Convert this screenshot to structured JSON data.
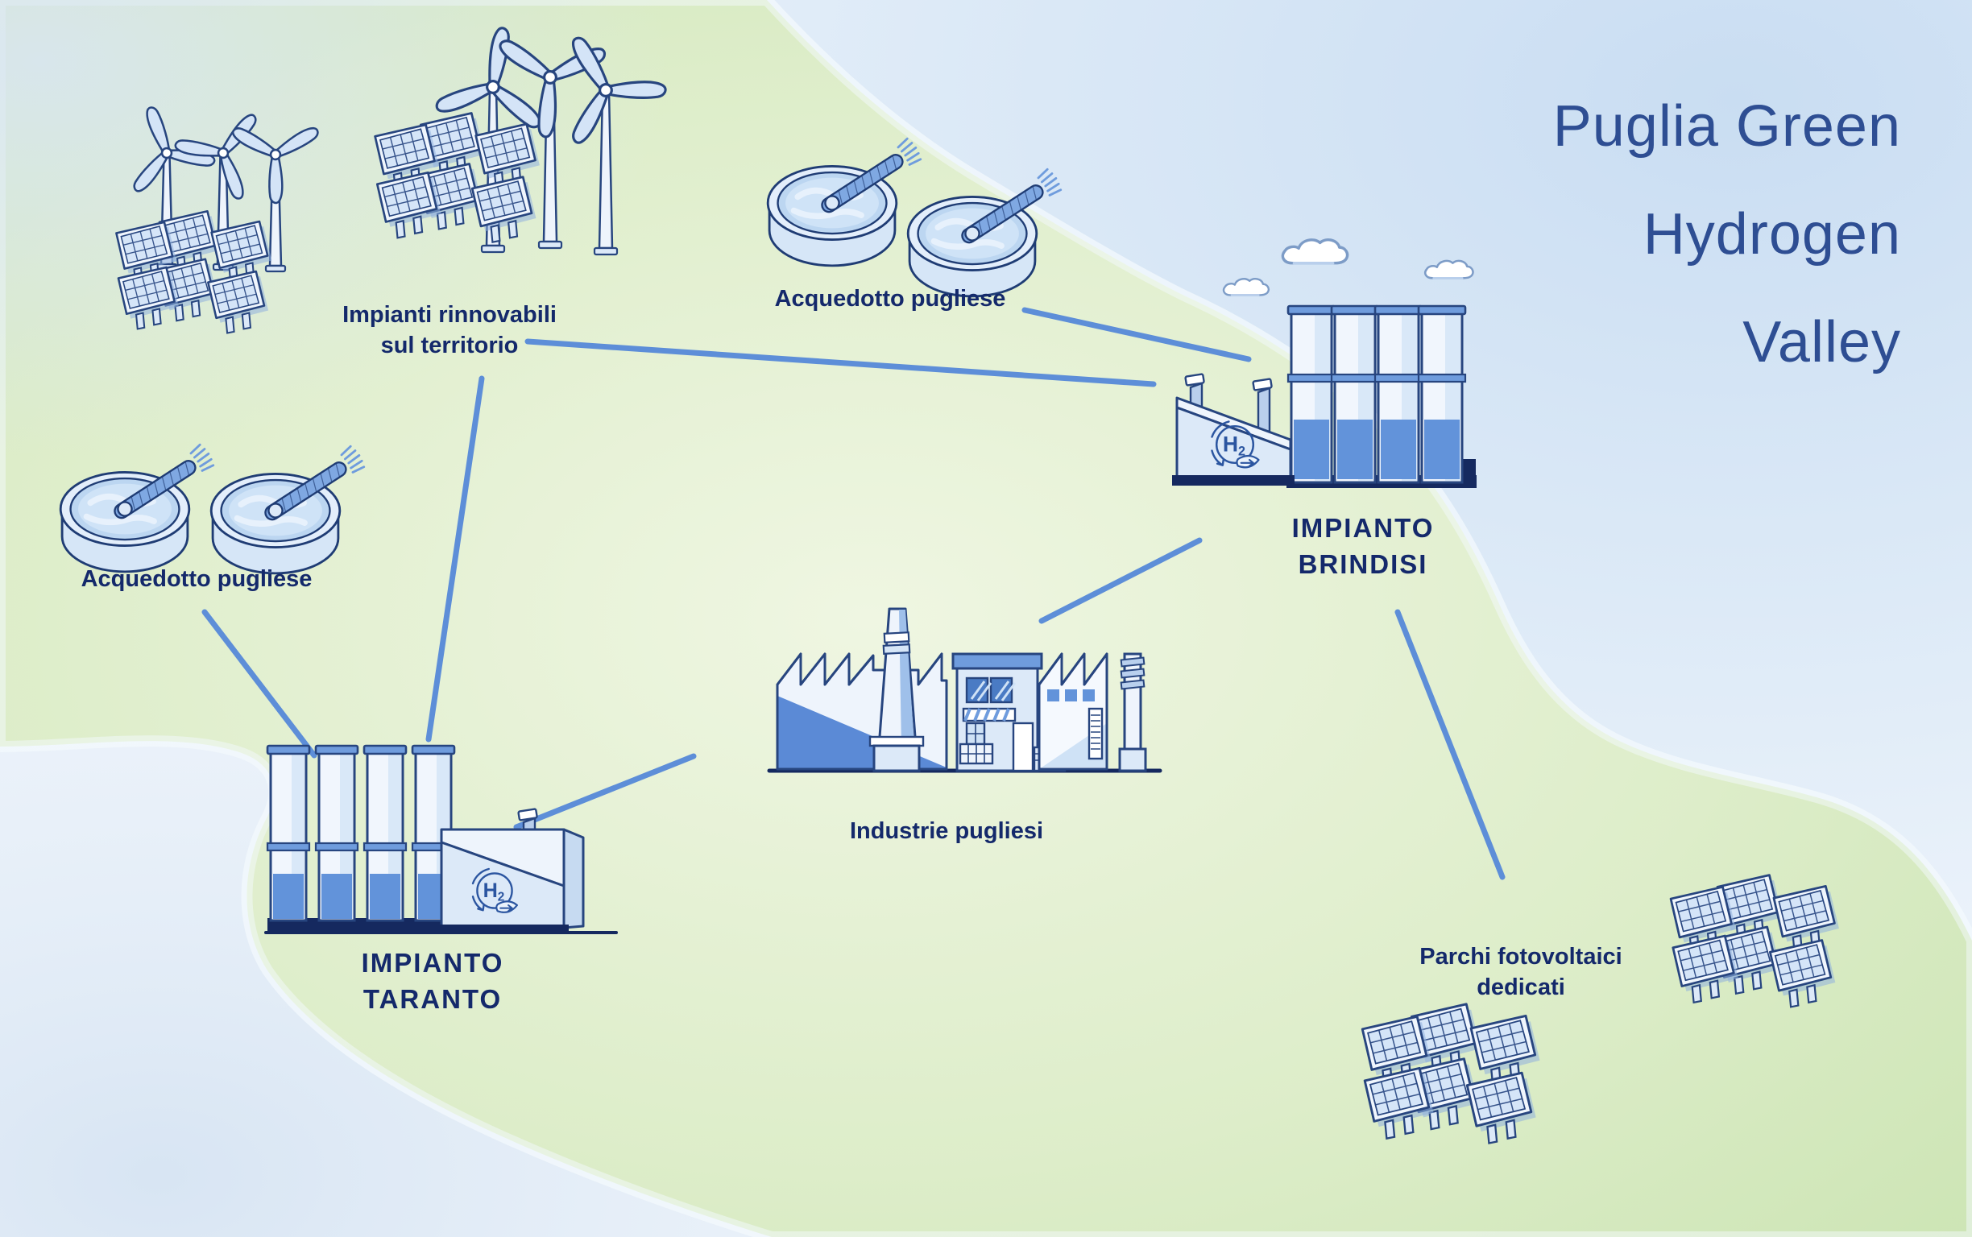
{
  "title": {
    "lines": [
      "Puglia Green",
      "Hydrogen",
      "Valley"
    ]
  },
  "labels": {
    "renewables": [
      "Impianti rinnovabili",
      "sul territorio"
    ],
    "aqueduct_north": "Acquedotto pugliese",
    "aqueduct_west": "Acquedotto pugliese",
    "plant_brindisi": [
      "IMPIANTO",
      "BRINDISI"
    ],
    "plant_taranto": [
      "IMPIANTO",
      "TARANTO"
    ],
    "industries": "Industrie pugliesi",
    "pv_parks": [
      "Parchi fotovoltaici",
      "dedicati"
    ]
  },
  "h2_badge": {
    "symbol": "H",
    "subscript": "2"
  },
  "connections": [
    {
      "from": "renewables",
      "to": "brindisi"
    },
    {
      "from": "aqueduct_north",
      "to": "brindisi"
    },
    {
      "from": "renewables",
      "to": "taranto"
    },
    {
      "from": "aqueduct_west",
      "to": "taranto"
    },
    {
      "from": "taranto",
      "to": "industries"
    },
    {
      "from": "industries",
      "to": "brindisi"
    },
    {
      "from": "brindisi",
      "to": "pv_parks"
    }
  ],
  "colors": {
    "title_blue": "#2e4e93",
    "label_navy": "#14296b",
    "connector_blue": "#5d8ed8",
    "land_green_edge": "#cde5b5",
    "land_green_center": "#edf5df",
    "sea_blue": "#c9ddf2",
    "illustration_outline": "#27457f",
    "illustration_mid_blue": "#6293da",
    "illustration_light_blue": "#dce9f8",
    "base_navy": "#15295f"
  }
}
